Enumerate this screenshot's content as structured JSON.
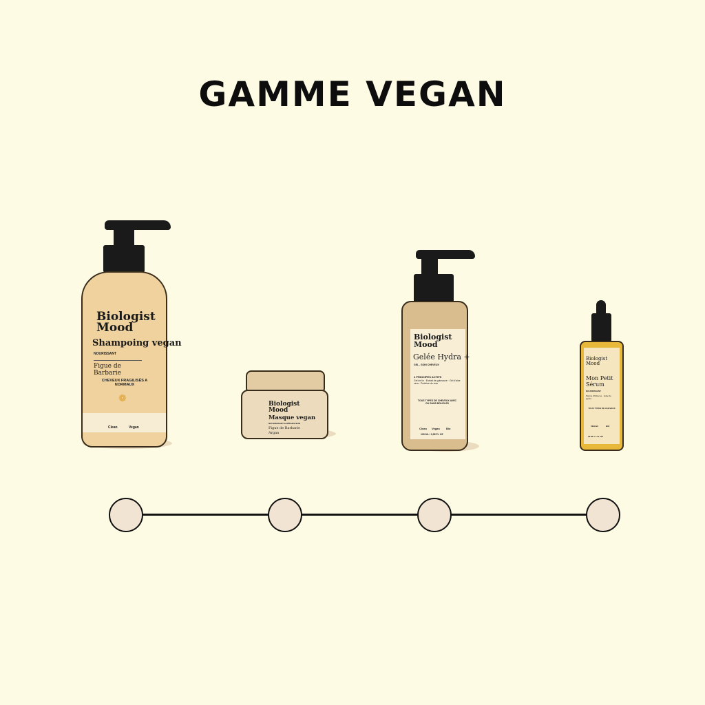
{
  "title": "GAMME VEGAN",
  "brand": "Biologist Mood",
  "products": [
    {
      "name": "Shampoing vegan",
      "subtitle": "NOURISSANT",
      "ingredient": "Figue de Barbarie",
      "hair": "CHEVEUX FRAGILISÉS A NORMAUX",
      "badges": [
        "Clean",
        "Vegan"
      ]
    },
    {
      "name": "Masque vegan",
      "subtitle": "NOURRISSANT & RÉPARATEUR",
      "ingredient": "Figue de Barbarie",
      "ingredient2": "Argan"
    },
    {
      "name": "Gelée Hydra +",
      "subtitle": "GEL - SOIN CHEVEUX",
      "actives_title": "4 PRINCIPES ACTIFS",
      "actives": "Gel de lin · Extrait de guimauve · Gel d'aloe vera · Protéine de soie",
      "hair": "TOUS TYPES DE CHEVEUX AVEC OU SANS BOUCLES",
      "badges": [
        "Clean",
        "Vegan",
        "Bio"
      ],
      "volume": "100 ML / 3,38 FL OZ"
    },
    {
      "name": "Mon Petit Sérum",
      "subtitle": "NOURRISSANT",
      "actives": "Pépins d'hibiscus · Huile de jojoba",
      "hair": "TOUS TYPES DE CHEVEUX",
      "badges": [
        "VEGAN",
        "BIO"
      ],
      "volume": "30 ML / 1 FL OZ"
    }
  ],
  "colors": {
    "background": "#fefbe5",
    "bottle": "#f0d29e",
    "cap": "#1a1a1a",
    "dot": "#f1e4d2"
  }
}
